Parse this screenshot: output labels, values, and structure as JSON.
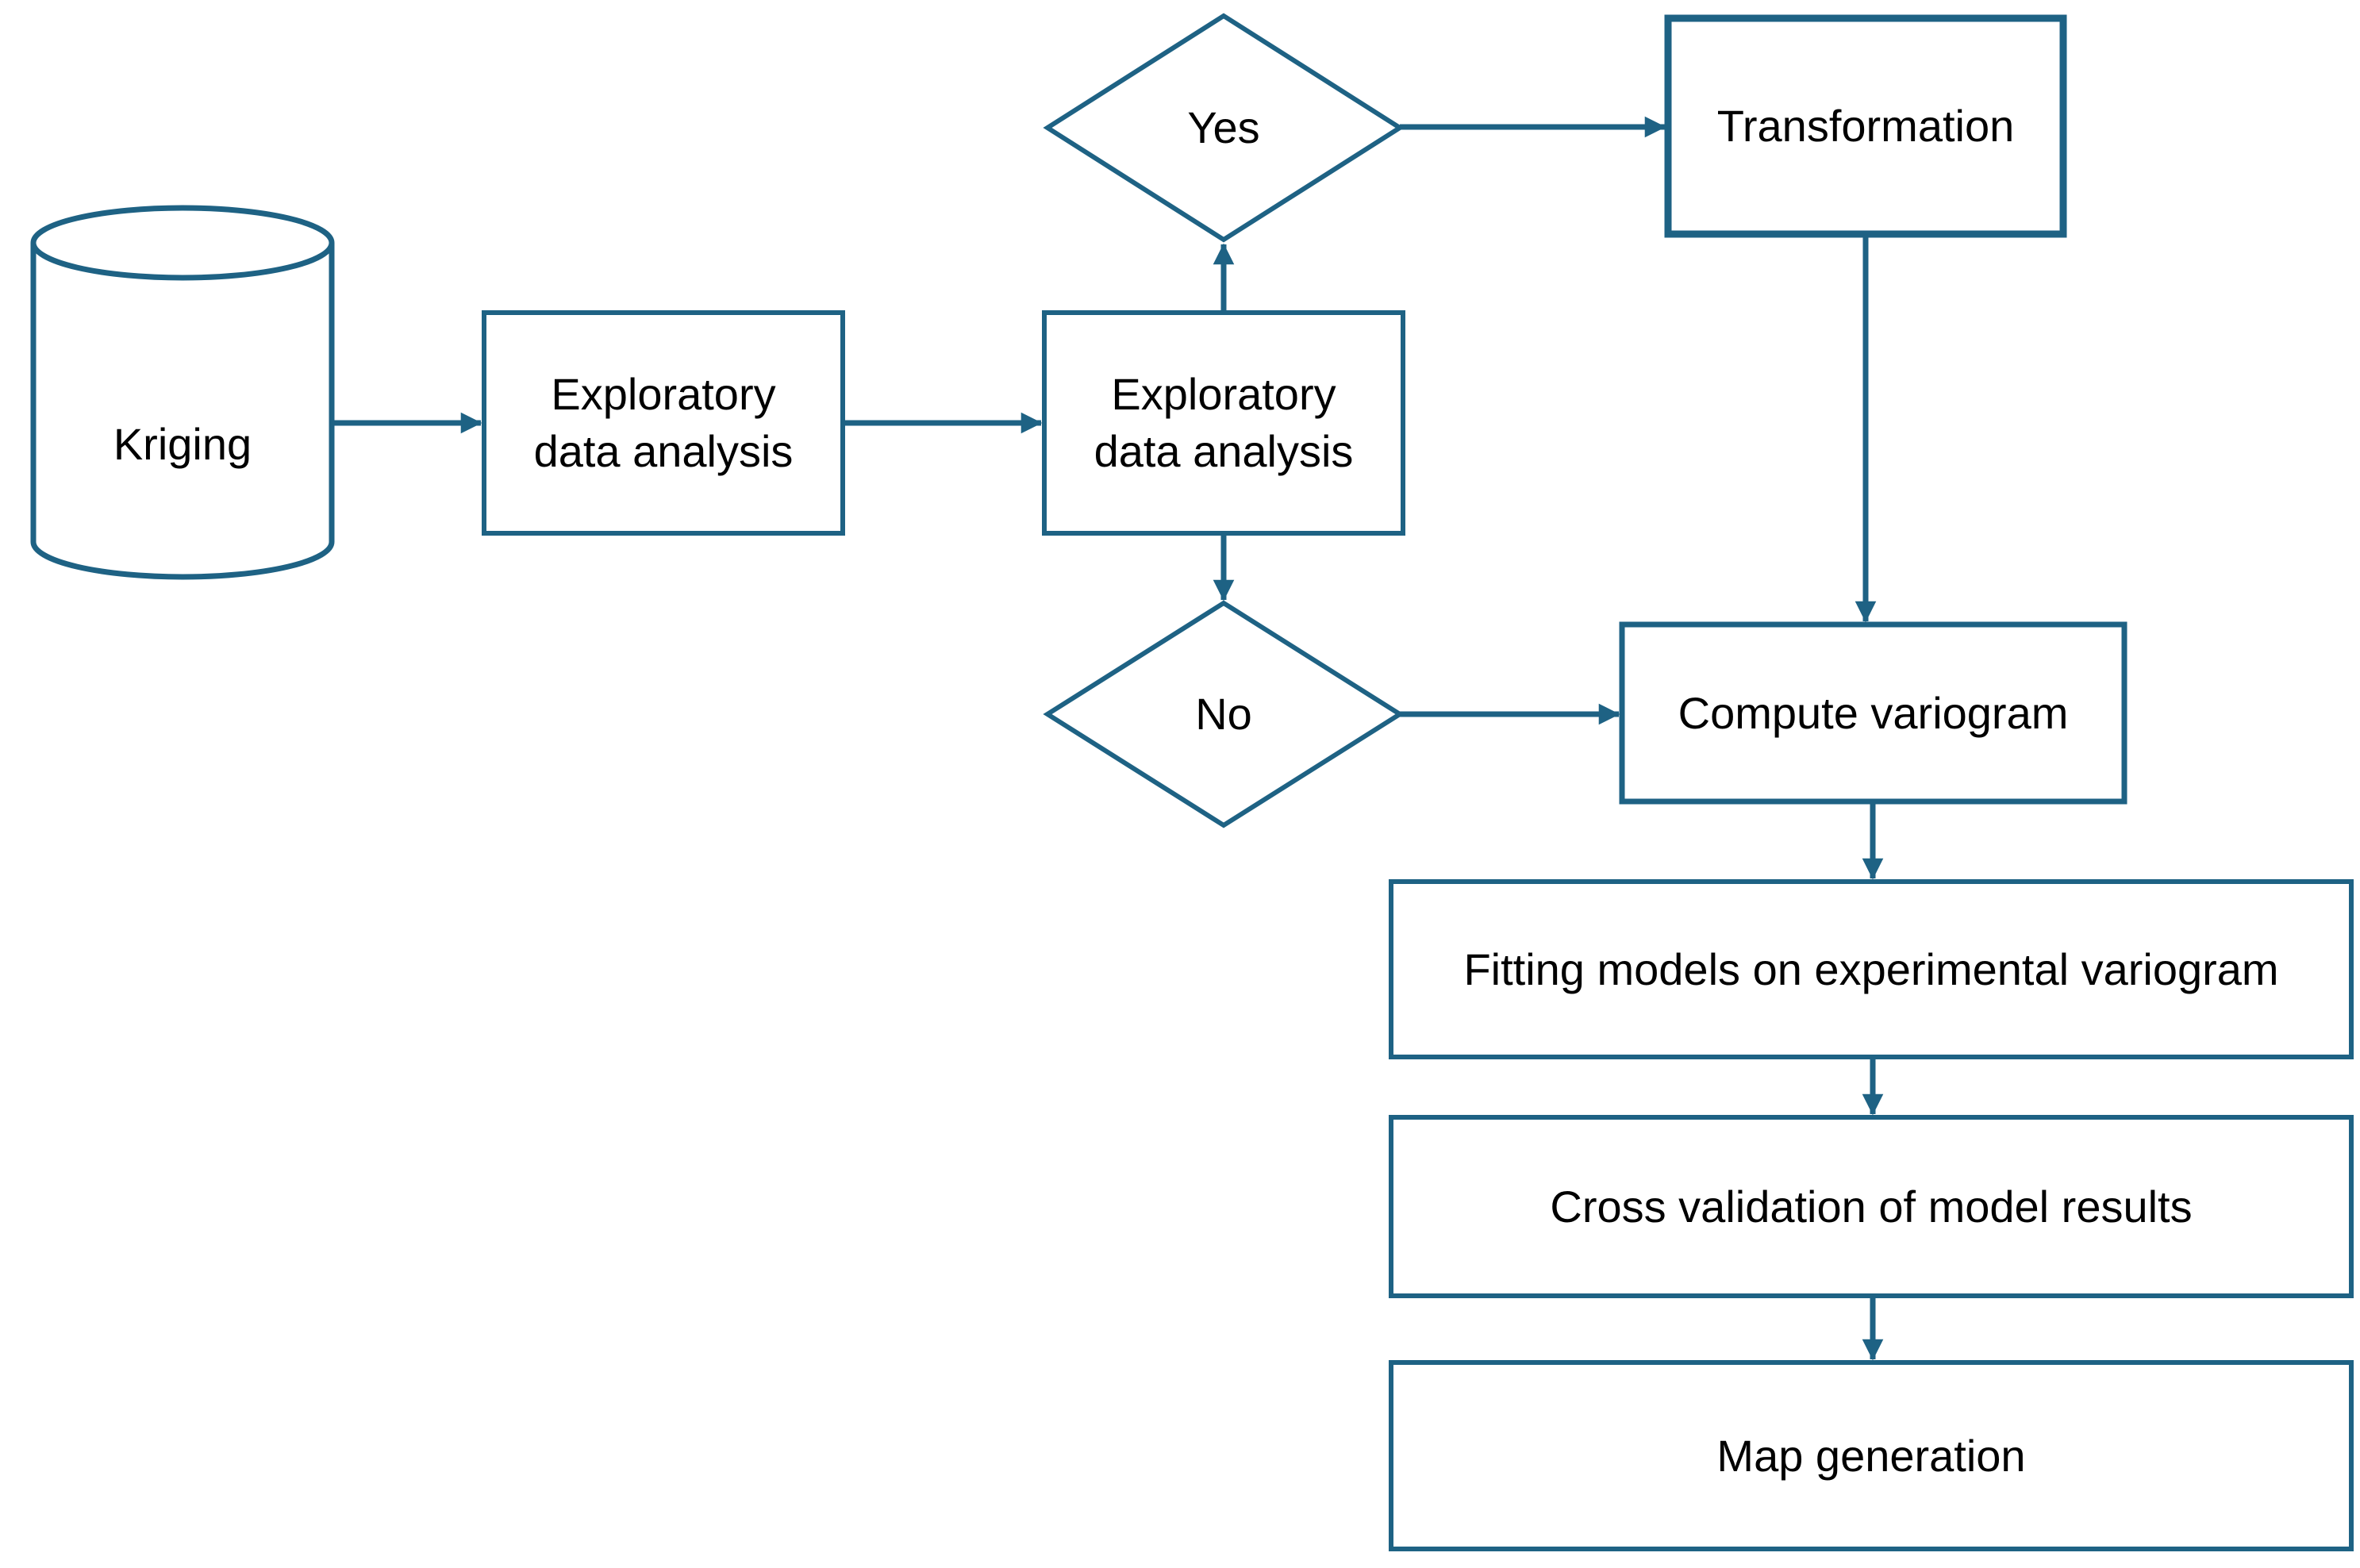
{
  "colors": {
    "stroke": "#1E6284",
    "text": "#000000",
    "background": "#FFFFFF"
  },
  "nodes": {
    "kriging": {
      "label": "Kriging",
      "shape": "cylinder"
    },
    "eda1": {
      "label": "Exploratory\ndata analysis",
      "shape": "rectangle"
    },
    "eda2": {
      "label": "Exploratory\ndata analysis",
      "shape": "rectangle"
    },
    "decision_yes": {
      "label": "Yes",
      "shape": "diamond"
    },
    "transformation": {
      "label": "Transformation",
      "shape": "rectangle"
    },
    "decision_no": {
      "label": "No",
      "shape": "diamond"
    },
    "compute_variogram": {
      "label": "Compute variogram",
      "shape": "rectangle"
    },
    "fitting_models": {
      "label": "Fitting models on experimental variogram",
      "shape": "rectangle"
    },
    "cross_validation": {
      "label": "Cross validation of model results",
      "shape": "rectangle"
    },
    "map_generation": {
      "label": "Map generation",
      "shape": "rectangle"
    }
  },
  "edges": [
    {
      "from": "kriging",
      "to": "eda1"
    },
    {
      "from": "eda1",
      "to": "eda2"
    },
    {
      "from": "eda2",
      "to": "decision_yes"
    },
    {
      "from": "decision_yes",
      "to": "transformation"
    },
    {
      "from": "transformation",
      "to": "compute_variogram"
    },
    {
      "from": "eda2",
      "to": "decision_no"
    },
    {
      "from": "decision_no",
      "to": "compute_variogram"
    },
    {
      "from": "compute_variogram",
      "to": "fitting_models"
    },
    {
      "from": "fitting_models",
      "to": "cross_validation"
    },
    {
      "from": "cross_validation",
      "to": "map_generation"
    }
  ]
}
